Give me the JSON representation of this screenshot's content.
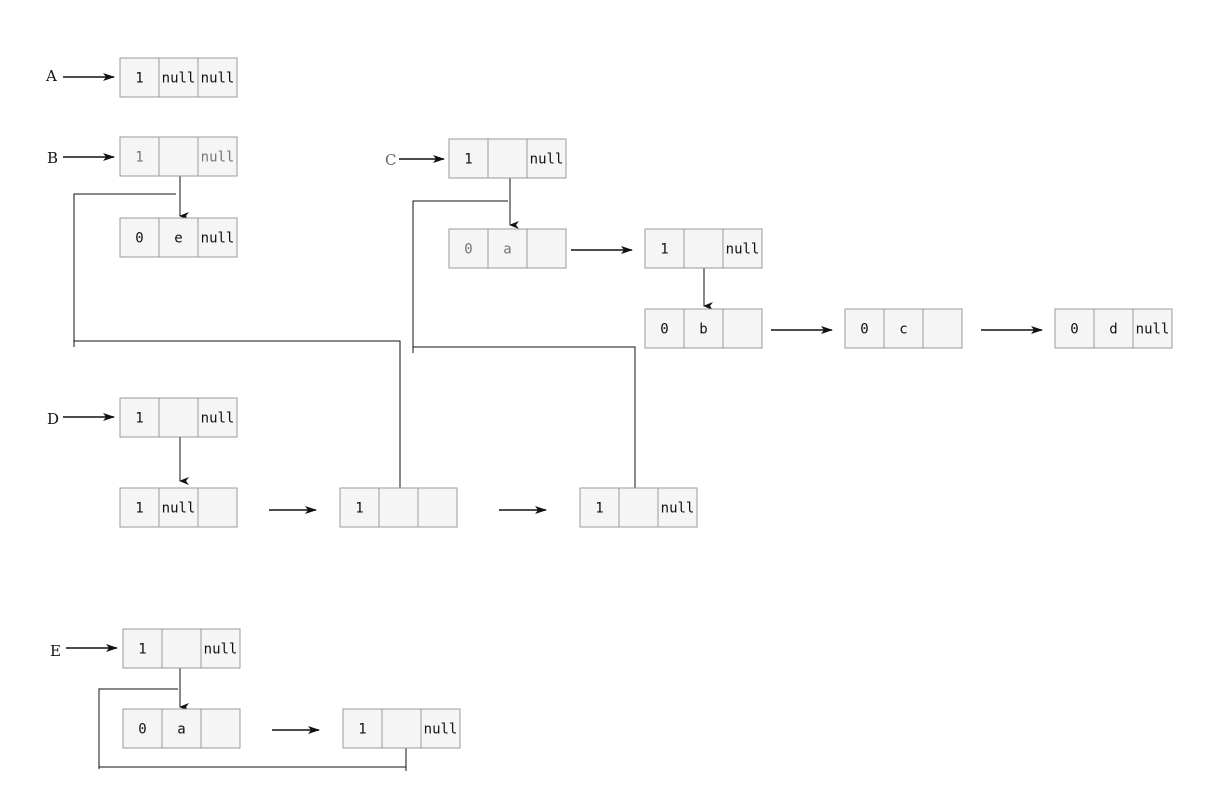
{
  "pointers": [
    {
      "id": "A",
      "label": "A"
    },
    {
      "id": "B",
      "label": "B"
    },
    {
      "id": "C",
      "label": "C",
      "faded": true
    },
    {
      "id": "D",
      "label": "D"
    },
    {
      "id": "E",
      "label": "E"
    }
  ],
  "nodes": [
    {
      "id": "a1",
      "cells": [
        "1",
        "null",
        "null"
      ]
    },
    {
      "id": "b1",
      "cells": [
        "1",
        "",
        "null"
      ],
      "faded": true
    },
    {
      "id": "b2",
      "cells": [
        "0",
        "e",
        "null"
      ]
    },
    {
      "id": "c1",
      "cells": [
        "1",
        "",
        "null"
      ]
    },
    {
      "id": "c2",
      "cells": [
        "0",
        "a",
        ""
      ],
      "faded": true
    },
    {
      "id": "c3",
      "cells": [
        "1",
        "",
        "null"
      ]
    },
    {
      "id": "c4",
      "cells": [
        "0",
        "b",
        ""
      ]
    },
    {
      "id": "c5",
      "cells": [
        "0",
        "c",
        ""
      ]
    },
    {
      "id": "c6",
      "cells": [
        "0",
        "d",
        "null"
      ]
    },
    {
      "id": "d1",
      "cells": [
        "1",
        "",
        "null"
      ]
    },
    {
      "id": "d2",
      "cells": [
        "1",
        "null",
        ""
      ]
    },
    {
      "id": "d3",
      "cells": [
        "1",
        "",
        ""
      ]
    },
    {
      "id": "d4",
      "cells": [
        "1",
        "",
        "null"
      ]
    },
    {
      "id": "e1",
      "cells": [
        "1",
        "",
        "null"
      ]
    },
    {
      "id": "e2",
      "cells": [
        "0",
        "a",
        ""
      ]
    },
    {
      "id": "e3",
      "cells": [
        "1",
        "",
        "null"
      ]
    }
  ]
}
